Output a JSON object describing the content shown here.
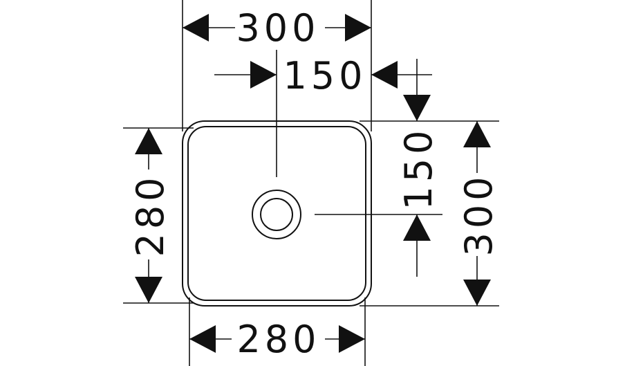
{
  "drawing": {
    "top_width": "300",
    "drain_offset_x": "150",
    "drain_offset_y": "150",
    "outer_depth": "300",
    "inner_depth": "280",
    "inner_width": "280"
  }
}
